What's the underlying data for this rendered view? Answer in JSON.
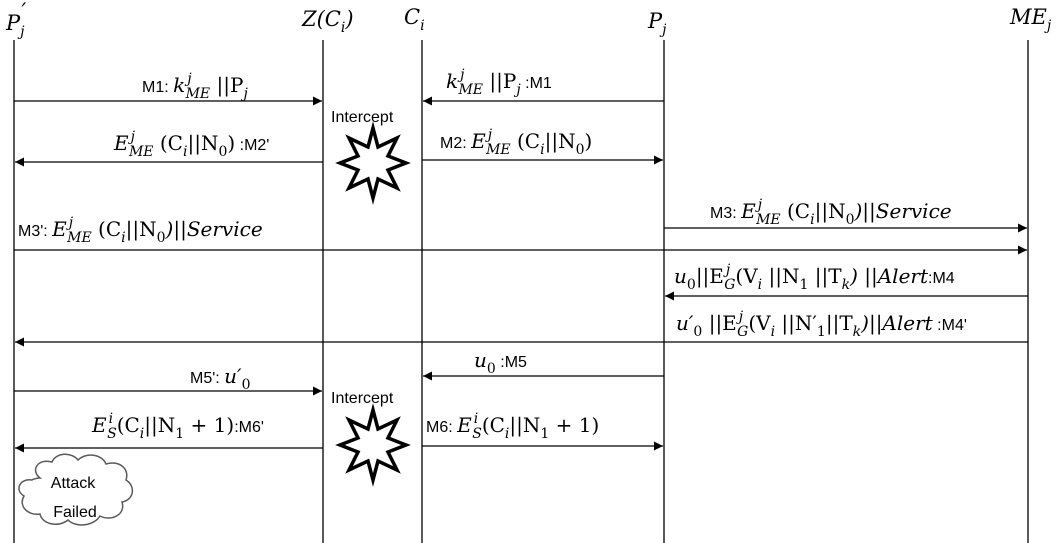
{
  "entities": {
    "pj_prime": "P",
    "pj_prime_sub": "j",
    "pj_prime_mark": "′",
    "z_ci_pre": "Z(C",
    "z_ci_sub": "i",
    "z_ci_post": ")",
    "ci": "C",
    "ci_sub": "i",
    "pj": "P",
    "pj_sub": "j",
    "mej": "ME",
    "mej_sub": "j"
  },
  "intercept_label": "Intercept",
  "cloud_label": [
    "Attack",
    "Failed"
  ],
  "messages": {
    "m1_left": {
      "tag": "M1: ",
      "text": "k",
      "sup": "j",
      "sub": "ME",
      "rest": " ||P",
      "rest_sub": "j"
    },
    "m1_right": {
      "text": "k",
      "sup": "j",
      "sub": "ME",
      "rest": " ||P",
      "rest_sub": "j",
      "tag": " :M1"
    },
    "m2_prime": {
      "text": "E",
      "sup": "j",
      "sub": "ME",
      "rest": " (C",
      "rest_sub": "i",
      "rest2": "||N",
      "rest2_sub": "0",
      "rest3": ")",
      "tag": " :M2'"
    },
    "m2": {
      "tag": "M2: ",
      "text": "E",
      "sup": "j",
      "sub": "ME",
      "rest": " (C",
      "rest_sub": "i",
      "rest2": "||N",
      "rest2_sub": "0",
      "rest3": ")"
    },
    "m3": {
      "tag": "M3: ",
      "text": "E",
      "sup": "j",
      "sub": "ME",
      "rest": " (C",
      "rest_sub": "i",
      "rest2": "||N",
      "rest2_sub": "0",
      "rest3": ")||Service"
    },
    "m3_prime": {
      "tag": "M3': ",
      "text": "E",
      "sup": "j",
      "sub": "ME",
      "rest": " (C",
      "rest_sub": "i",
      "rest2": "||N",
      "rest2_sub": "0",
      "rest3": ")||Service"
    },
    "m4": {
      "text": "u",
      "text_sub": "0",
      "rest": "||E",
      "sup": "j",
      "sub": "G",
      "rest2": "(V",
      "rest2_sub": "i",
      "rest3": " ||N",
      "rest3_sub": "1",
      "rest4": "  ||T",
      "rest4_sub": "k",
      "rest5": ") ||Alert",
      "tag": ":M4"
    },
    "m4_prime": {
      "text": "u′",
      "text_sub": "0",
      "rest": " ||E",
      "sup": "j",
      "sub": "G",
      "rest2": "(V",
      "rest2_sub": "i",
      "rest3": " ||N′",
      "rest3_sub": "1",
      "rest4": "||T",
      "rest4_sub": "k",
      "rest5": ")||Alert",
      "tag": " :M4'"
    },
    "m5": {
      "text": "u",
      "text_sub": "0",
      "tag": " :M5"
    },
    "m5_prime": {
      "tag": "M5': ",
      "text": "u′",
      "text_sub": "0"
    },
    "m6_prime": {
      "text": "E",
      "sup": "i",
      "sub": "S",
      "rest": "(C",
      "rest_sub": "i",
      "rest2": "||N",
      "rest2_sub": "1",
      "rest3": " + 1)",
      "tag": ":M6'"
    },
    "m6": {
      "tag": "M6: ",
      "text": "E",
      "sup": "i",
      "sub": "S",
      "rest": "(C",
      "rest_sub": "i",
      "rest2": "||N",
      "rest2_sub": "1",
      "rest3": " + 1)"
    }
  }
}
